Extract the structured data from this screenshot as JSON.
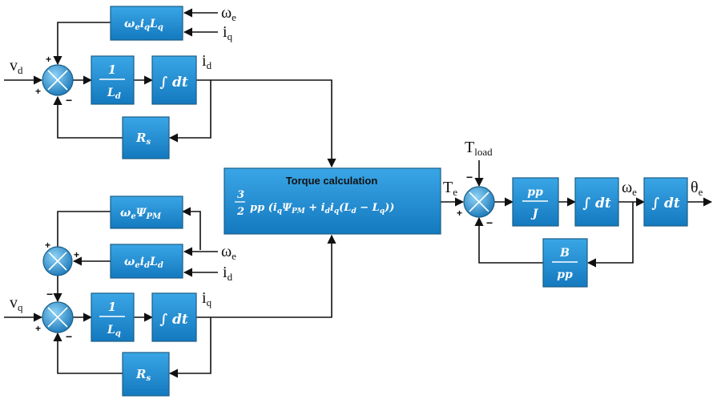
{
  "blocks": {
    "we_iq_Lq": "ω_e i_q L_q",
    "one_over_Ld": {
      "num": "1",
      "den": "L_d"
    },
    "int_d": "∫ dt",
    "Rs_top": "R_s",
    "we_Psi_PM": "ω_e Ψ_PM",
    "we_id_Ld": "ω_e i_d L_d",
    "one_over_Lq": {
      "num": "1",
      "den": "L_q"
    },
    "int_q": "∫ dt",
    "Rs_bottom": "R_s",
    "torque_title": "Torque calculation",
    "torque_eq": "3/2 pp (i_q Ψ_PM + i_d i_q (L_d − L_q))",
    "pp_over_J": {
      "num": "pp",
      "den": "J"
    },
    "int_w": "∫ dt",
    "B_over_pp": {
      "num": "B",
      "den": "pp"
    },
    "int_theta": "∫ dt"
  },
  "signals": {
    "vd": "v_d",
    "vq": "v_q",
    "id": "i_d",
    "iq": "i_q",
    "we_in_top": "ω_e",
    "iq_in_top": "i_q",
    "we_in_bot": "ω_e",
    "id_in_bot": "i_d",
    "Te": "T_e",
    "Tload": "T_load",
    "we_out": "ω_e",
    "theta": "θ_e"
  },
  "signs": {
    "s1_top": "+",
    "s1_left": "+",
    "s1_bottom": "−",
    "s2_top": "+",
    "s2_right": "+",
    "s3_top": "−",
    "s3_left": "+",
    "s3_bottom": "−",
    "s4_top": "−",
    "s4_left": "+",
    "s4_bottom": "−"
  },
  "colors": {
    "block_top": "#3aa6e6",
    "block_bottom": "#1479bf",
    "sum_top": "#6fc3f0",
    "sum_bottom": "#1a78b8"
  }
}
